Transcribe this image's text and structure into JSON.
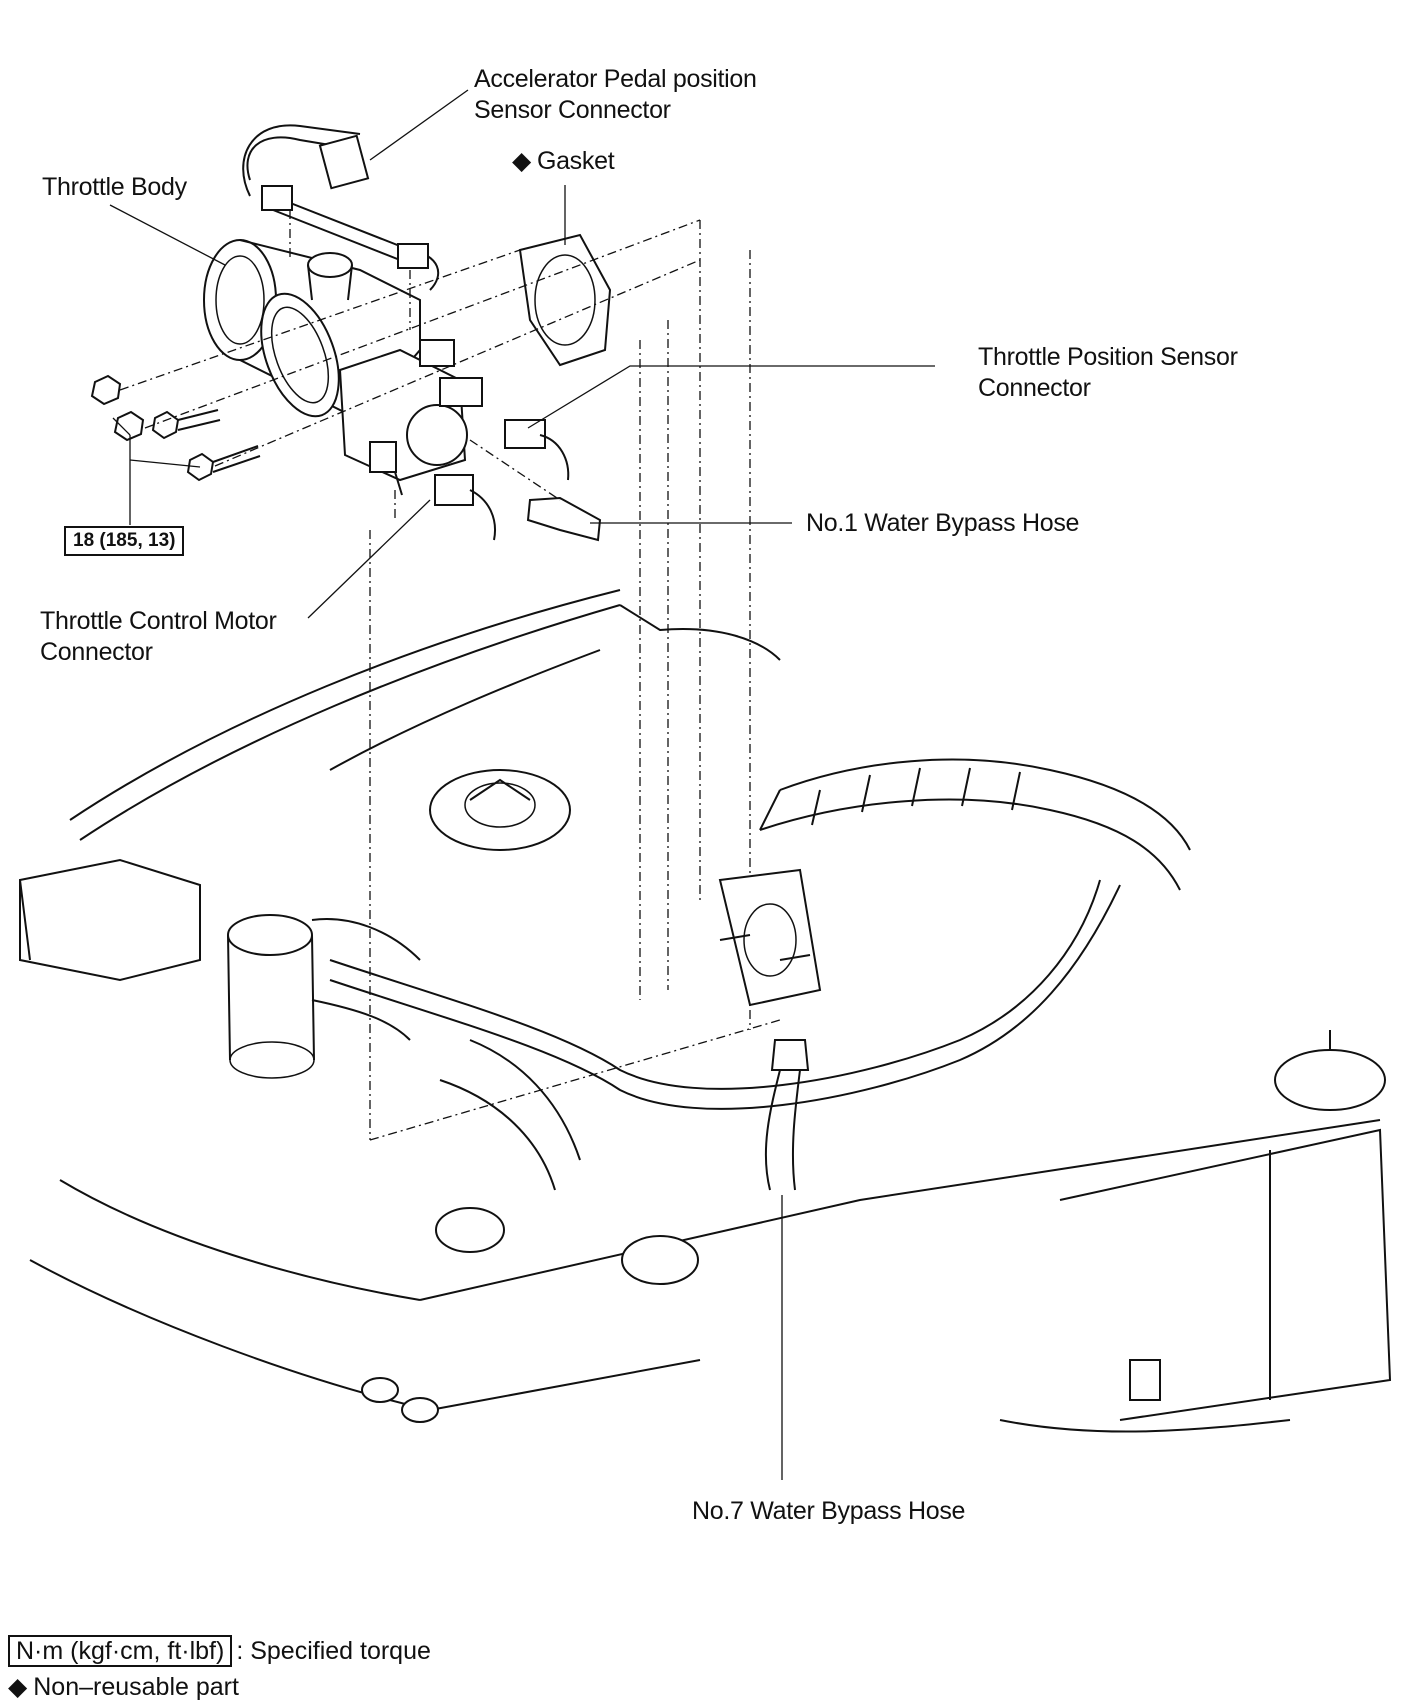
{
  "labels": {
    "accelerator_connector": "Accelerator Pedal position\nSensor Connector",
    "gasket": "Gasket",
    "throttle_body": "Throttle Body",
    "tps_connector": "Throttle Position Sensor\nConnector",
    "water_hose_1": "No.1 Water Bypass Hose",
    "throttle_motor_connector": "Throttle Control Motor\nConnector",
    "water_hose_7": "No.7 Water Bypass Hose",
    "torque_value": "18 (185, 13)"
  },
  "legend": {
    "torque_unit": "N·m (kgf·cm, ft·lbf)",
    "torque_text": ": Specified torque",
    "nonreusable_text": "Non–reusable part",
    "diamond_symbol": "◆"
  }
}
